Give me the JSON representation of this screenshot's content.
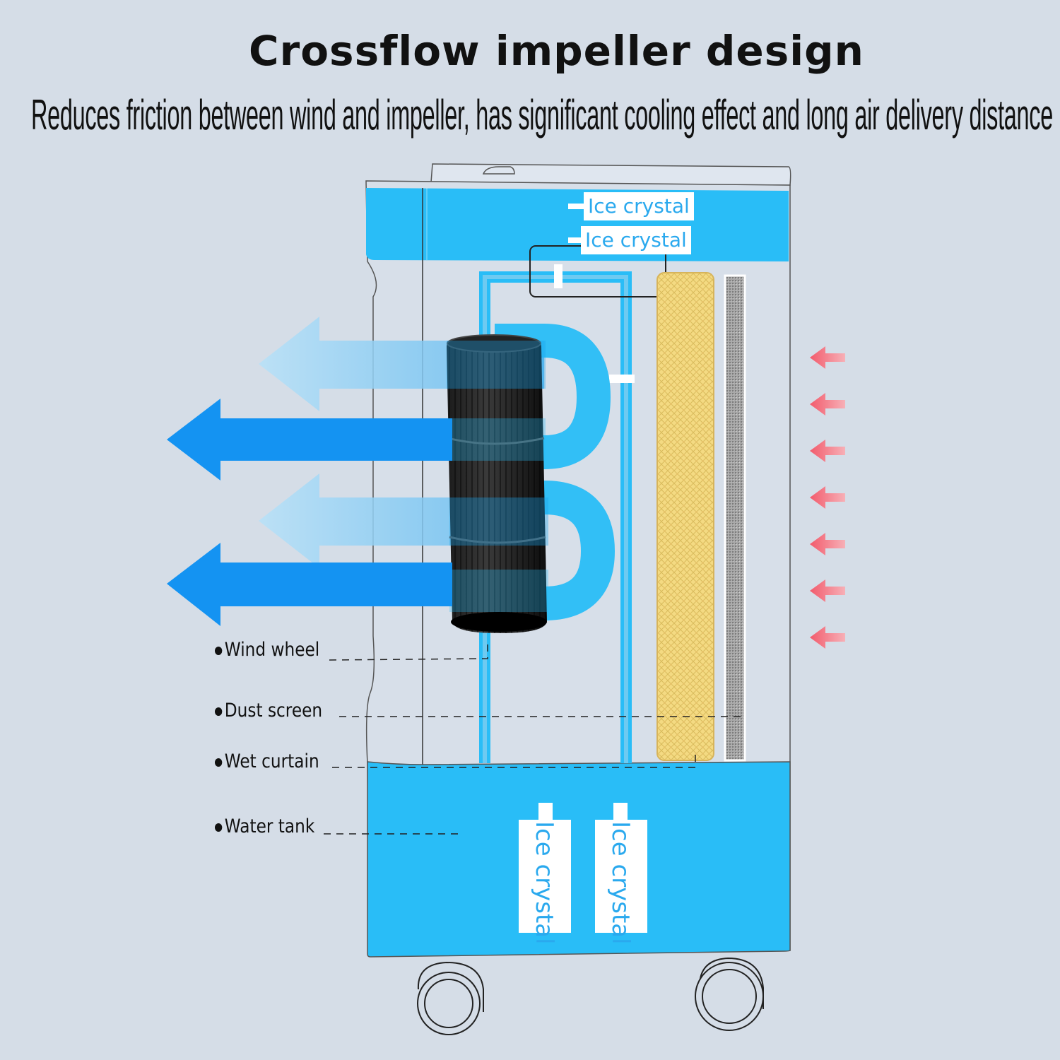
{
  "title": "Crossflow impeller design",
  "subtitle": "Reduces friction between wind and impeller, has significant cooling effect and long air delivery distance",
  "labels": {
    "wind_wheel": "Wind wheel",
    "dust_screen": "Dust screen",
    "wet_curtain": "Wet curtain",
    "water_tank": "Water tank"
  },
  "ice_crystal_tags": [
    "Ice crystal",
    "Ice crystal",
    "Ice crystal",
    "Ice crystal"
  ],
  "colors": {
    "background": "#d5dde7",
    "body_blue": "#29bdf7",
    "arrow_blue": "#1493f2",
    "arrow_light": "#7fcaf3",
    "wet_curtain": "#f1d679",
    "dust_screen": "#9a9a9a",
    "intake_arrow": "#f06a78",
    "tag_text": "#2aa9ee"
  }
}
